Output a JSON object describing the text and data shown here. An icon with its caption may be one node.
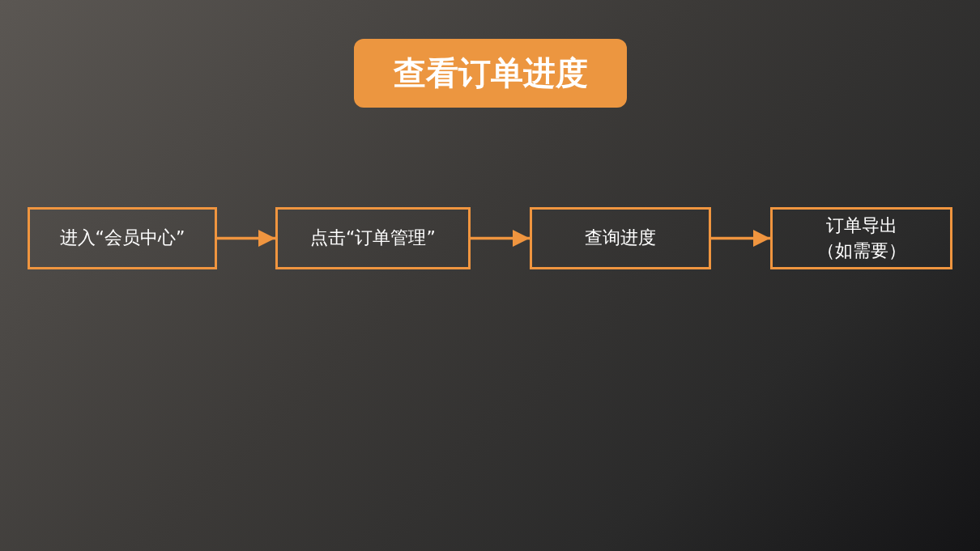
{
  "diagram": {
    "title": "查看订单进度",
    "nodes": [
      {
        "text": [
          "进入“会员中心”"
        ]
      },
      {
        "text": [
          "点击“订单管理”"
        ]
      },
      {
        "text": [
          "查询进度"
        ]
      },
      {
        "text": [
          "订单导出（如需要）"
        ]
      }
    ],
    "edges": [
      {
        "from": 0,
        "to": 1,
        "arrow": "to"
      },
      {
        "from": 1,
        "to": 2,
        "arrow": "to"
      },
      {
        "from": 2,
        "to": 3,
        "arrow": "to"
      }
    ]
  }
}
